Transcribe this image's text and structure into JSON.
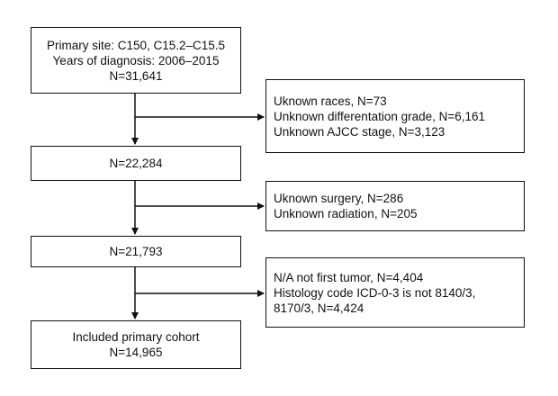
{
  "main_flow": {
    "start_box": [
      "Primary site: C150, C15.2–C15.5",
      "Years of diagnosis: 2006–2015",
      "N=31,641"
    ],
    "step1_box": [
      "N=22,284"
    ],
    "step2_box": [
      "N=21,793"
    ],
    "final_box": [
      "Included primary cohort",
      "N=14,965"
    ]
  },
  "exclusions": {
    "ex1": [
      "Uknown races, N=73",
      "Unknown differentation grade, N=6,161",
      "Unknown AJCC stage, N=3,123"
    ],
    "ex2": [
      "Uknown surgery, N=286",
      "Unknown radiation, N=205"
    ],
    "ex3": [
      "N/A not first tumor, N=4,404",
      "Histology code ICD-0-3 is not 8140/3,",
      "8170/3, N=4,424"
    ]
  }
}
